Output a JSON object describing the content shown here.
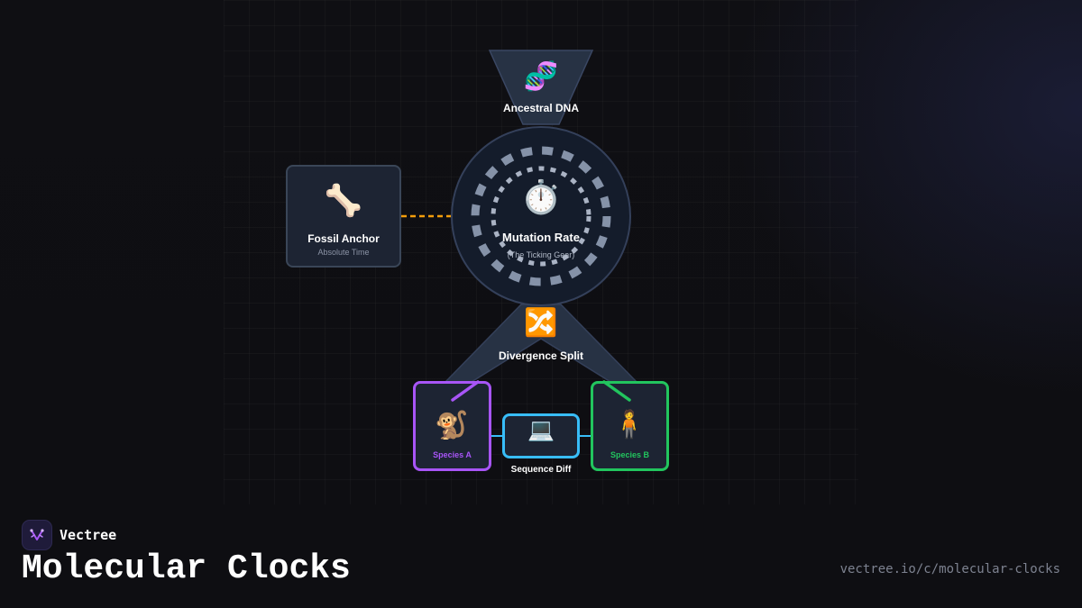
{
  "brand": {
    "name": "Vectree",
    "logo_icon": "branching-tree-icon",
    "accent": "#a855f7"
  },
  "page": {
    "title": "Molecular Clocks",
    "url": "vectree.io/c/molecular-clocks"
  },
  "diagram": {
    "nodes": {
      "ancestral_dna": {
        "icon": "dna-icon",
        "glyph": "🧬",
        "label": "Ancestral DNA"
      },
      "fossil_anchor": {
        "icon": "bone-icon",
        "glyph": "🦴",
        "label": "Fossil Anchor",
        "sublabel": "Absolute Time"
      },
      "mutation_rate": {
        "icon": "stopwatch-icon",
        "glyph": "⏱️",
        "label": "Mutation Rate",
        "sublabel": "(The Ticking Gear)"
      },
      "divergence_split": {
        "icon": "shuffle-icon",
        "glyph": "🔀",
        "label": "Divergence Split"
      },
      "species_a": {
        "icon": "monkey-icon",
        "glyph": "🐒",
        "label": "Species A",
        "color": "#a855f7"
      },
      "species_b": {
        "icon": "person-icon",
        "glyph": "🧍",
        "label": "Species B",
        "color": "#22c55e"
      },
      "sequence_diff": {
        "icon": "laptop-icon",
        "glyph": "💻",
        "label": "Sequence Diff",
        "color": "#38bdf8"
      }
    },
    "connector_color": "#f59e0b"
  }
}
